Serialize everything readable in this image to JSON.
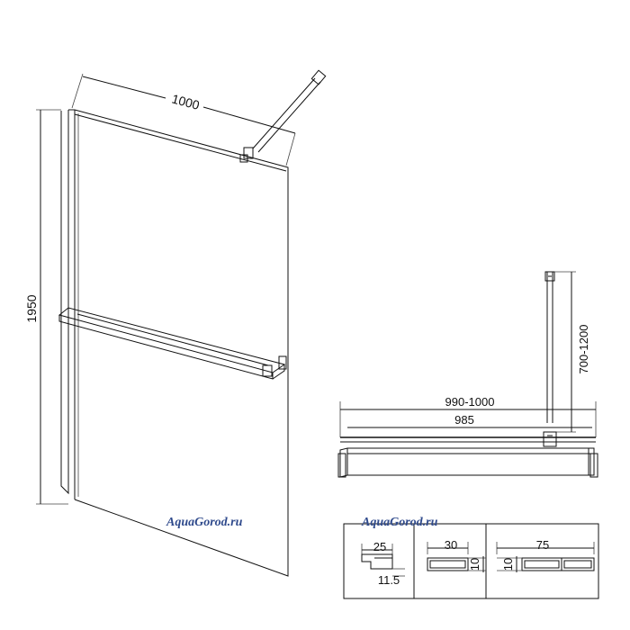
{
  "drawing": {
    "panel": {
      "width_label": "1000",
      "height_label": "1950"
    },
    "plan": {
      "overall_label": "990-1000",
      "glass_label": "985",
      "rod_label": "700-1200"
    },
    "profiles": {
      "wall_profile": {
        "width": "25",
        "depth": "11.5"
      },
      "bottom_profile": {
        "width": "30",
        "height": "10"
      },
      "shelf_profile": {
        "width": "75",
        "height": "10"
      }
    },
    "watermarks": [
      "AquaGorod.ru",
      "AquaGorod.ru"
    ]
  }
}
